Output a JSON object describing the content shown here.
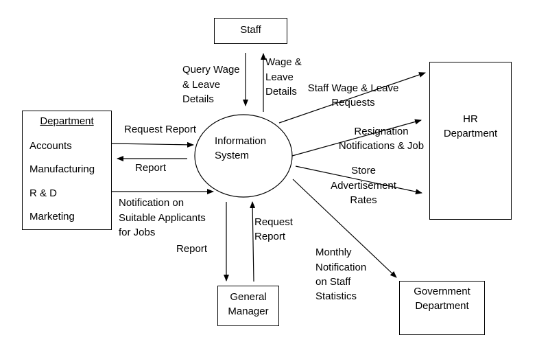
{
  "entities": {
    "staff": "Staff",
    "department": {
      "title": "Department",
      "items": [
        "Accounts",
        "Manufacturing",
        "R & D",
        "Marketing"
      ]
    },
    "hr": [
      "HR",
      "Department"
    ],
    "general_manager": [
      "General",
      "Manager"
    ],
    "government": [
      "Government",
      "Department"
    ]
  },
  "process": [
    "Information",
    "System"
  ],
  "flows": {
    "query_wage": [
      "Query Wage",
      "& Leave",
      "Details"
    ],
    "wage_leave": [
      "Wage &",
      "Leave",
      "Details"
    ],
    "staff_requests": [
      "Staff Wage & Leave",
      "Requests"
    ],
    "resignation": [
      "Resignation",
      "Notifications & Job"
    ],
    "store_rates": [
      "Store",
      "Advertisement",
      "Rates"
    ],
    "request_report_dept": "Request Report",
    "report_dept": "Report",
    "notification_applicants": [
      "Notification on",
      "Suitable Applicants",
      "for Jobs"
    ],
    "report_gm": "Report",
    "request_report_gm": [
      "Request",
      "Report"
    ],
    "monthly_notification": [
      "Monthly",
      "Notification",
      "on Staff",
      "Statistics"
    ]
  }
}
